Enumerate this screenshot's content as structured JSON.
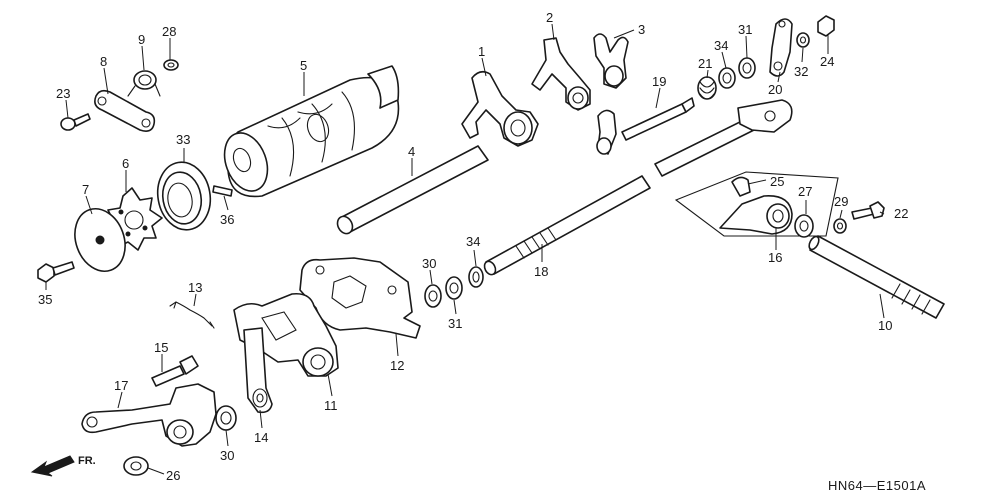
{
  "diagram": {
    "code": "HN64—E1501A",
    "direction_label": "FR.",
    "callouts": [
      "1",
      "2",
      "3",
      "4",
      "5",
      "6",
      "7",
      "8",
      "9",
      "10",
      "11",
      "12",
      "13",
      "14",
      "15",
      "16",
      "17",
      "18",
      "19",
      "20",
      "21",
      "22",
      "23",
      "24",
      "25",
      "26",
      "27",
      "28",
      "29",
      "30",
      "30",
      "31",
      "31",
      "32",
      "33",
      "34",
      "34",
      "35",
      "36"
    ]
  }
}
